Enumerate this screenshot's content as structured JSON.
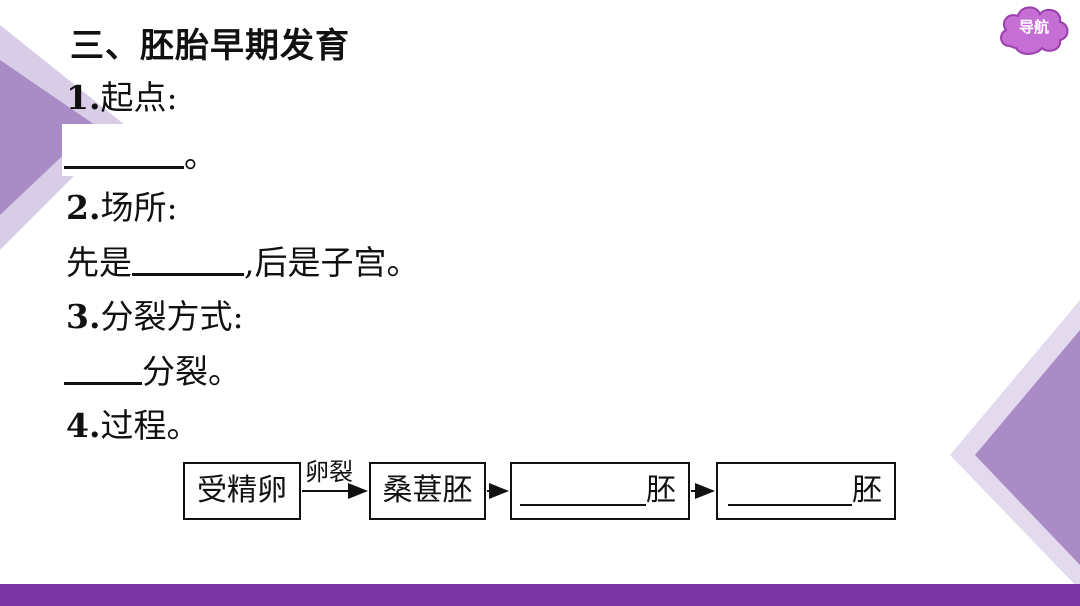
{
  "nav": {
    "label": "导航"
  },
  "title": "三、胚胎早期发育",
  "items": [
    {
      "num": "1.",
      "label": "起点:",
      "answer_suffix": "。"
    },
    {
      "num": "2.",
      "label": "场所:",
      "prefix": "先是",
      "suffix": ",后是子宫。"
    },
    {
      "num": "3.",
      "label": "分裂方式:",
      "suffix": "分裂。"
    },
    {
      "num": "4.",
      "label": "过程。"
    }
  ],
  "flow": {
    "start": "受精卵",
    "arrow_label": "卵裂",
    "step2": "桑葚胚",
    "step3_suffix": "胚",
    "step4_suffix": "胚"
  },
  "colors": {
    "accent": "#7a35a3",
    "decor": "#a98bc6"
  }
}
